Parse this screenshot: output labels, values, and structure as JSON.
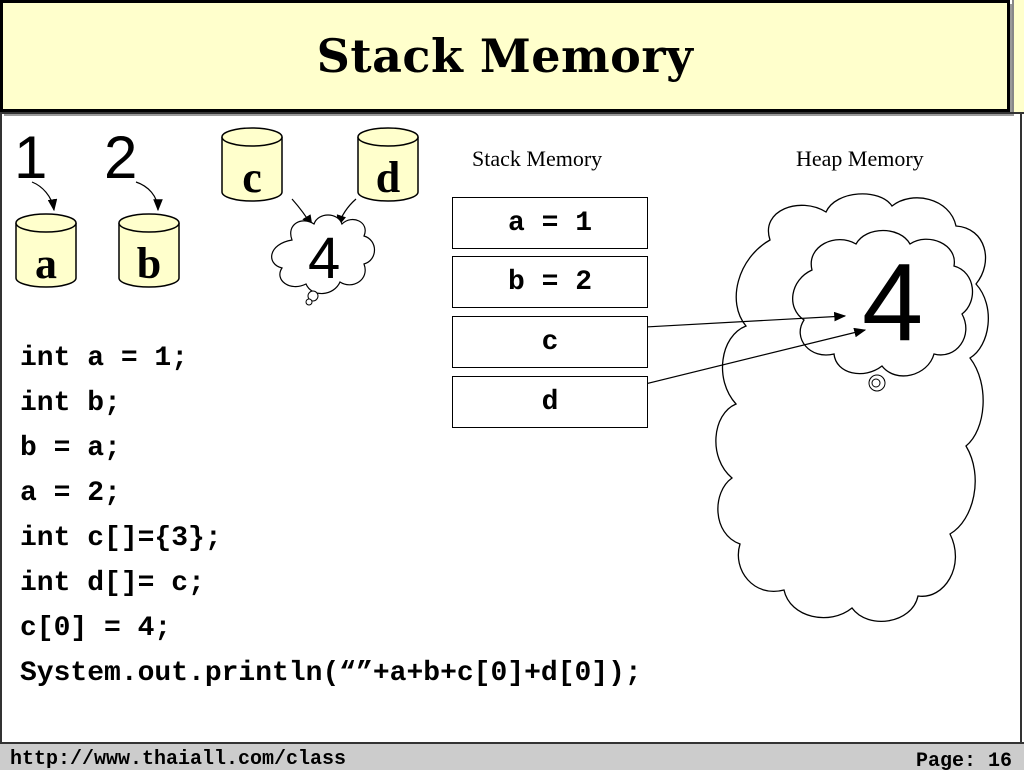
{
  "slide": {
    "title": "Stack Memory",
    "numbers": [
      "1",
      "2"
    ],
    "cylinders": [
      "a",
      "b",
      "c",
      "d"
    ],
    "small_cloud_value": "4",
    "stack_label": "Stack Memory",
    "heap_label": "Heap Memory",
    "heap_value": "4",
    "stack_cells": [
      "a = 1",
      "b = 2",
      "c",
      "d"
    ],
    "code": [
      "int a = 1;",
      "int b;",
      "b = a;",
      "a = 2;",
      "int c[]={3};",
      "int d[]= c;",
      "c[0] = 4;",
      "System.out.println(“”+a+b+c[0]+d[0]);"
    ]
  },
  "footer": {
    "url": "http://www.thaiall.com/class",
    "page": "Page: 16"
  },
  "colors": {
    "title_background": "#ffffcc",
    "cylinder_fill": "#ffffcc",
    "footer_background": "#cccccc"
  }
}
